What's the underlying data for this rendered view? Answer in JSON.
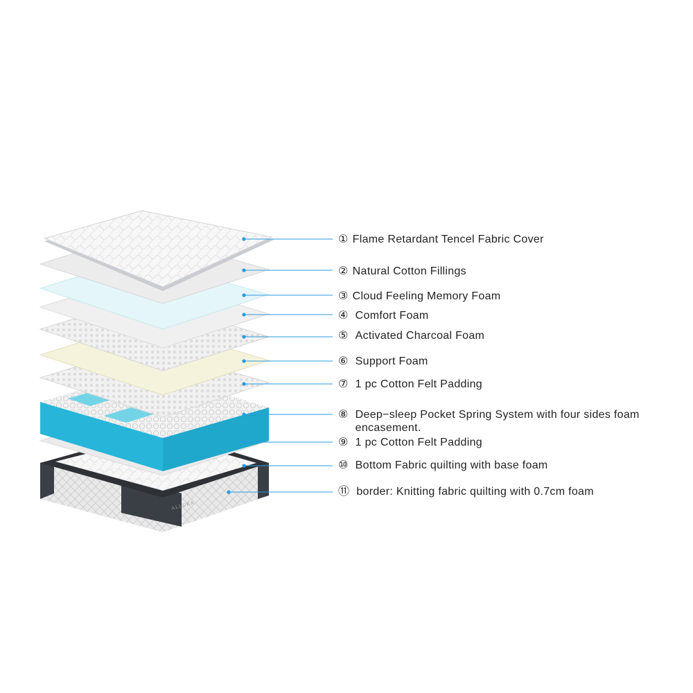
{
  "accent_color": "#2a9be0",
  "layers": [
    {
      "num": "①",
      "text": "Flame Retardant Tencel Fabric Cover"
    },
    {
      "num": "②",
      "text": "Natural Cotton Fillings"
    },
    {
      "num": "③",
      "text": "Cloud Feeling Memory Foam"
    },
    {
      "num": "④",
      "text": "Comfort Foam"
    },
    {
      "num": "⑤",
      "text": "Activated Charcoal Foam"
    },
    {
      "num": "⑥",
      "text": "Support Foam"
    },
    {
      "num": "⑦",
      "text": "1 pc Cotton Felt Padding"
    },
    {
      "num": "⑧",
      "text": "Deep−sleep Pocket Spring System with four sides foam encasement."
    },
    {
      "num": "⑨",
      "text": "1 pc Cotton Felt Padding"
    },
    {
      "num": "⑩",
      "text": "Bottom Fabric quilting with base foam"
    },
    {
      "num": "⑪",
      "text": "border: Knitting  fabric quilting with 0.7cm foam"
    }
  ],
  "brand_mark": "ALLURA"
}
